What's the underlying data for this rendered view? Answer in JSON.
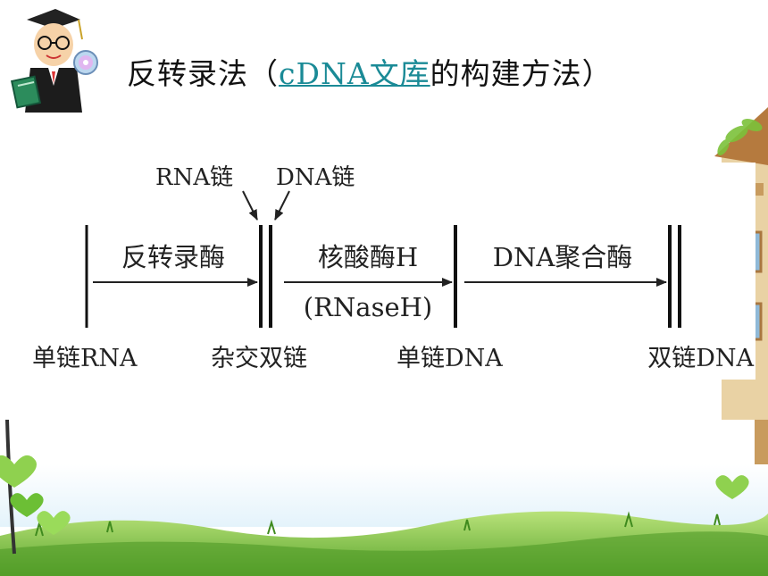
{
  "title": {
    "prefix": "反转录法（",
    "link": "cDNA文库",
    "suffix": "的构建方法）"
  },
  "diagram": {
    "top_labels": [
      "RNA链",
      "DNA链"
    ],
    "steps": [
      {
        "label": "反转录酶",
        "sublabel": ""
      },
      {
        "label": "核酸酶H",
        "sublabel": "(RNaseH)"
      },
      {
        "label": "DNA聚合酶",
        "sublabel": ""
      }
    ],
    "stages": [
      "单链RNA",
      "杂交双链",
      "单链DNA",
      "双链DNA"
    ]
  },
  "colors": {
    "link": "#1a8a96",
    "grass": "#7cc23a",
    "sky": "#dff1fb",
    "house": "#c89b5e"
  },
  "icons": [
    "teacher-mascot-icon",
    "cd-disc-icon",
    "book-icon",
    "heart-leaf-icon",
    "house-icon"
  ]
}
